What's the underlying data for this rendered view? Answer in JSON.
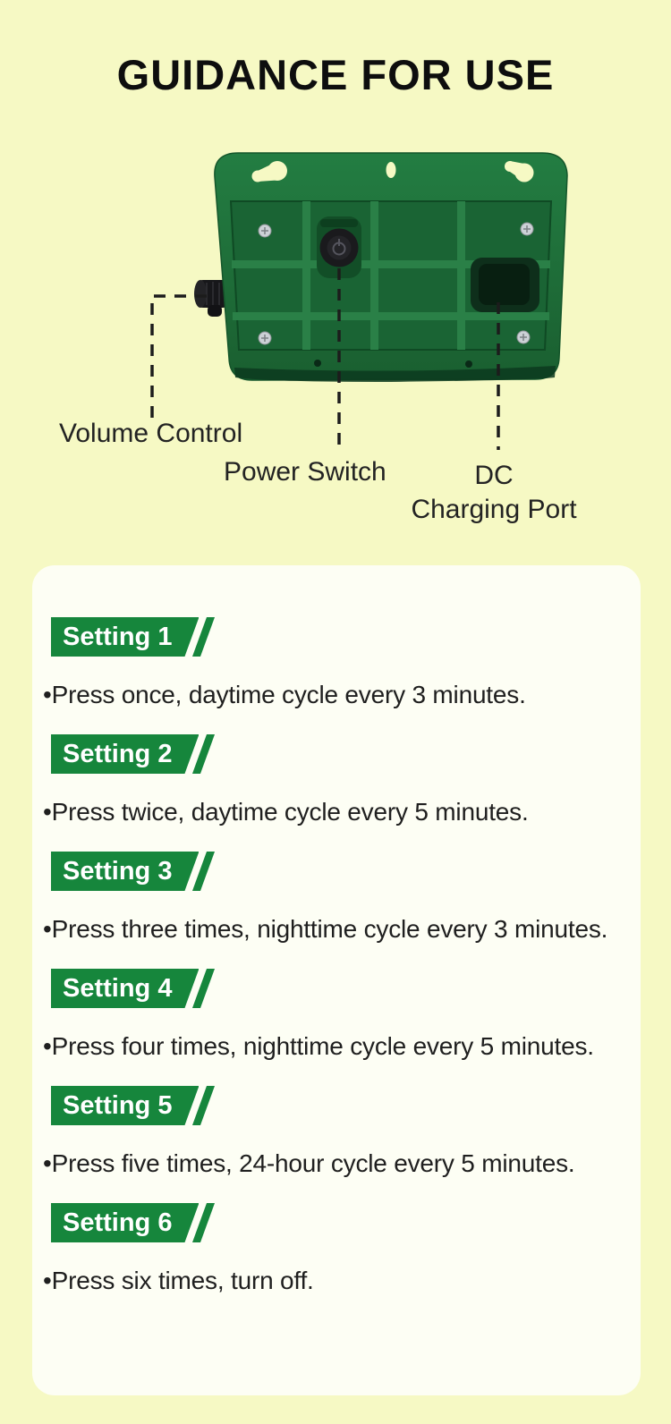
{
  "page": {
    "title": "GUIDANCE FOR USE",
    "background_color": "#f6f9c4",
    "title_color": "#0e0e0e"
  },
  "device": {
    "description": "back panel of green plastic device with mounting keyholes, screws, power button, DC charging port and side volume knob",
    "labels": {
      "volume": "Volume Control",
      "power": "Power Switch",
      "dc_line1": "DC",
      "dc_line2": "Charging Port"
    },
    "colors": {
      "panel_green": "#1e7038",
      "rib_green": "#2a8047",
      "recess_green": "#124e27",
      "port_dark": "#0c2b18",
      "button_black": "#1a1a1d",
      "callout_line": "#1c1c1c",
      "label_text": "#232323"
    }
  },
  "settings_card": {
    "background_color": "#fdfef4",
    "badge_color": "#16863c",
    "badge_text_color": "#ffffff",
    "body_text_color": "#1f1f1f",
    "items": [
      {
        "badge": "Setting 1",
        "text": "•Press once, daytime cycle every 3 minutes."
      },
      {
        "badge": "Setting 2",
        "text": "•Press twice, daytime cycle every 5 minutes."
      },
      {
        "badge": "Setting 3",
        "text": "•Press three times, nighttime cycle every 3  minutes."
      },
      {
        "badge": "Setting 4",
        "text": "•Press four times, nighttime cycle every 5 minutes."
      },
      {
        "badge": "Setting 5",
        "text": "•Press five times, 24-hour cycle every 5 minutes."
      },
      {
        "badge": "Setting 6",
        "text": "•Press six times, turn off."
      }
    ]
  }
}
